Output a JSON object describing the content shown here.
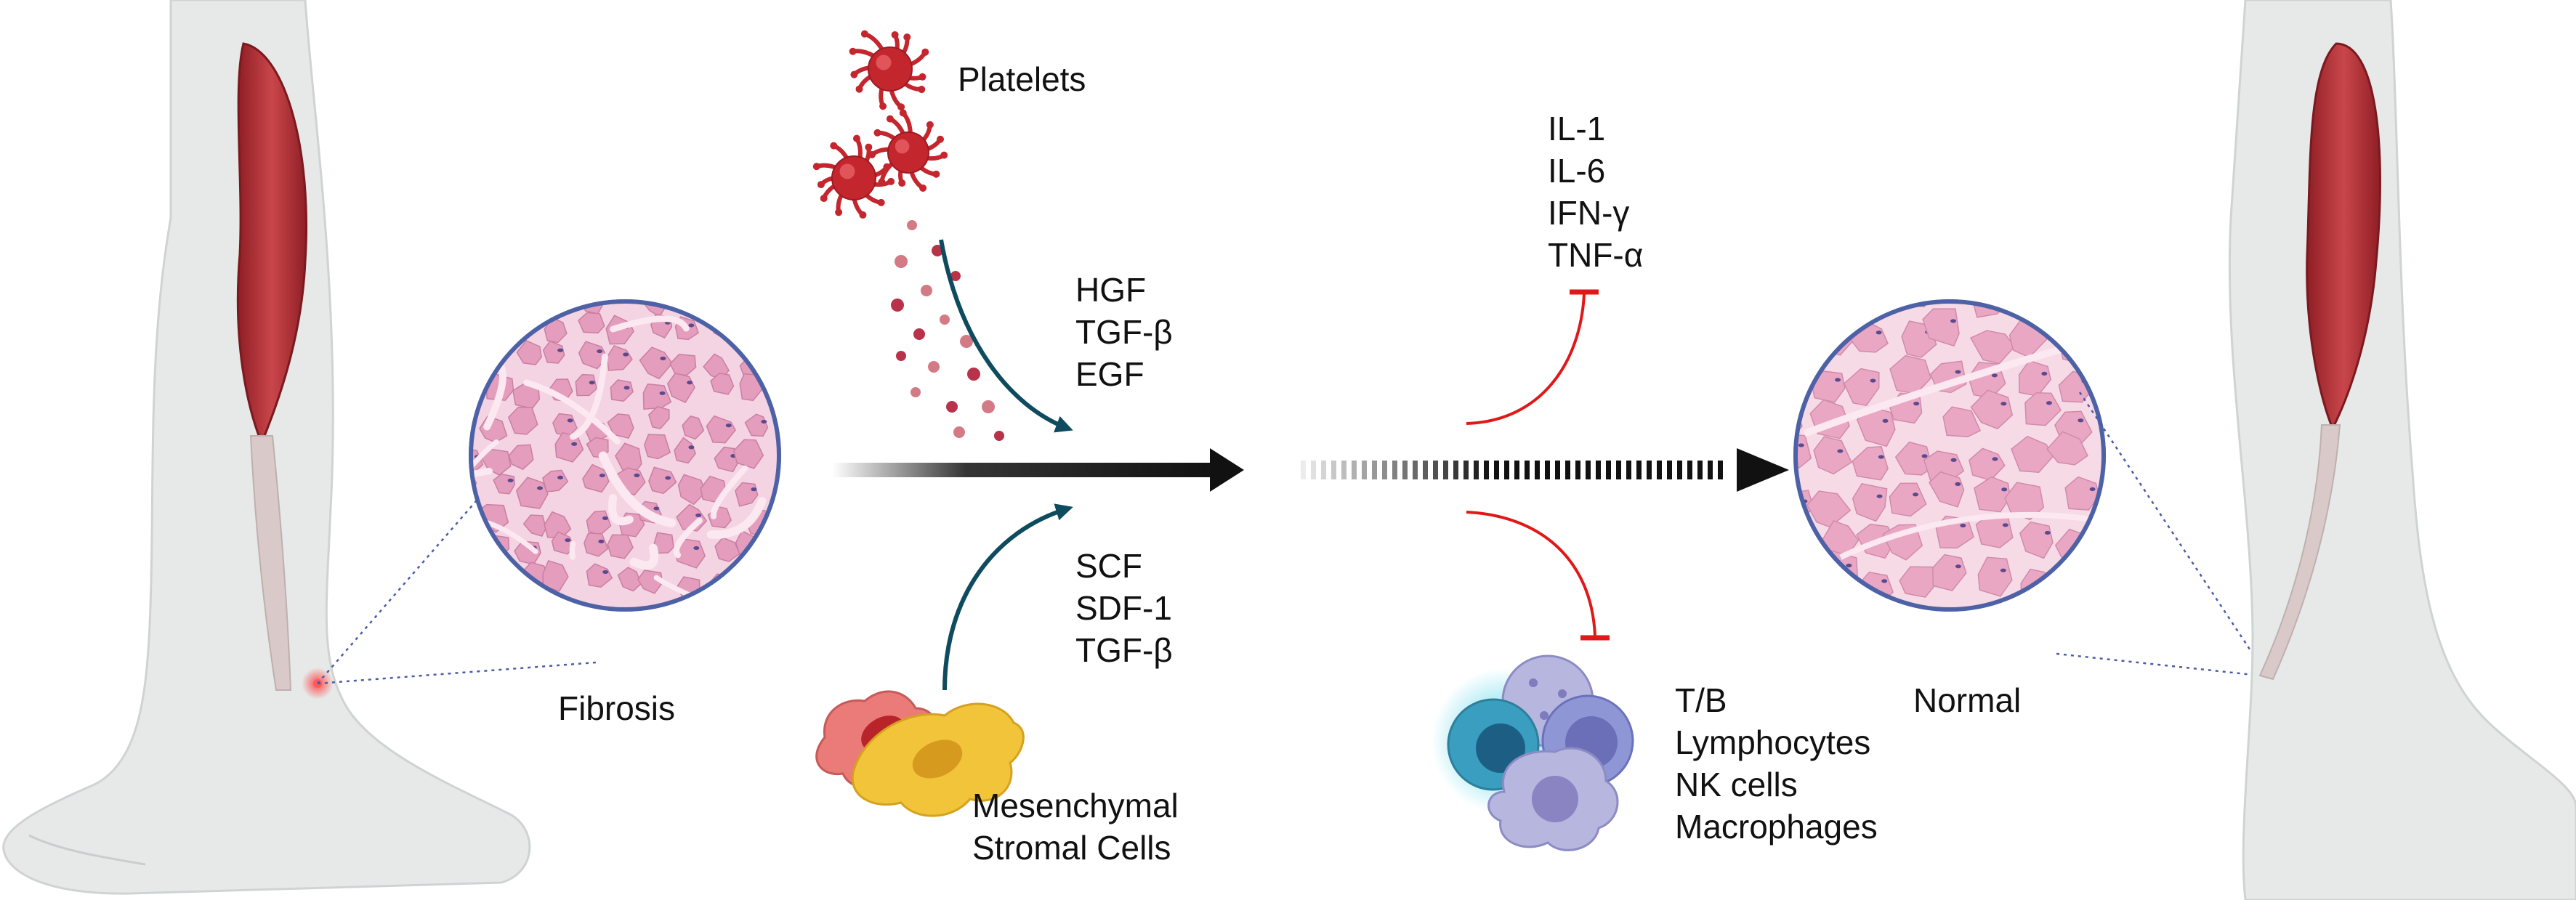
{
  "platelets": {
    "label": "Platelets"
  },
  "platelet_factors": [
    "HGF",
    "TGF-β",
    "EGF"
  ],
  "msc": {
    "label_line1": "Mesenchymal",
    "label_line2": "Stromal Cells"
  },
  "msc_factors": [
    "SCF",
    "SDF-1",
    "TGF-β"
  ],
  "cytokines": [
    "IL-1",
    "IL-6",
    "IFN-γ",
    "TNF-α"
  ],
  "immune_cells": [
    "T/B",
    "Lymphocytes",
    "NK cells",
    "Macrophages"
  ],
  "fibrosis": {
    "label": "Fibrosis"
  },
  "normal": {
    "label": "Normal"
  },
  "colors": {
    "muscle": "#b5343a",
    "tissue": "#e7a6c2",
    "inhibit": "#e01818",
    "flow_arrow": "#0f4b5e",
    "main_arrow": "#111111",
    "platelet": "#c4262e",
    "skin": "#e6e8e8"
  }
}
